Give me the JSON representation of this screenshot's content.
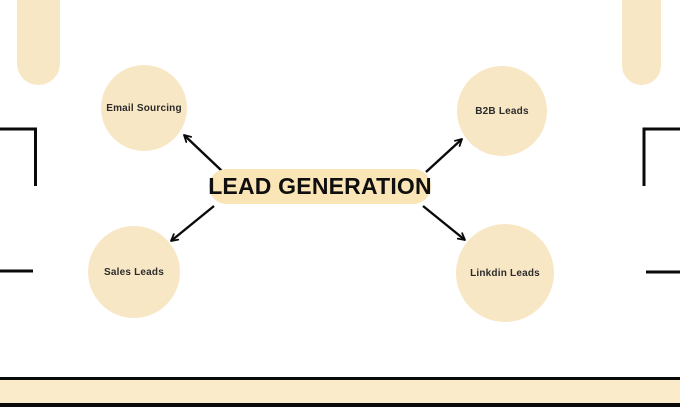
{
  "diagram": {
    "title": "LEAD GENERATION",
    "nodes": [
      {
        "id": "email-sourcing",
        "label": "Email Sourcing",
        "position": "top-left"
      },
      {
        "id": "b2b-leads",
        "label": "B2B Leads",
        "position": "top-right"
      },
      {
        "id": "sales-leads",
        "label": "Sales Leads",
        "position": "bottom-left"
      },
      {
        "id": "linkdin-leads",
        "label": "Linkdin Leads",
        "position": "bottom-right"
      }
    ],
    "connectors": [
      {
        "from": "center",
        "to": "email-sourcing"
      },
      {
        "from": "center",
        "to": "b2b-leads"
      },
      {
        "from": "center",
        "to": "sales-leads"
      },
      {
        "from": "center",
        "to": "linkdin-leads"
      }
    ],
    "colors": {
      "background": "#FFFFFF",
      "node_fill": "#F8E7C5",
      "center_fill": "#FAE5B6",
      "band_fill": "#FAEBCA",
      "line": "#0A0A0A",
      "node_text": "#2B2B2B",
      "title_text": "#0F0F0F"
    }
  }
}
